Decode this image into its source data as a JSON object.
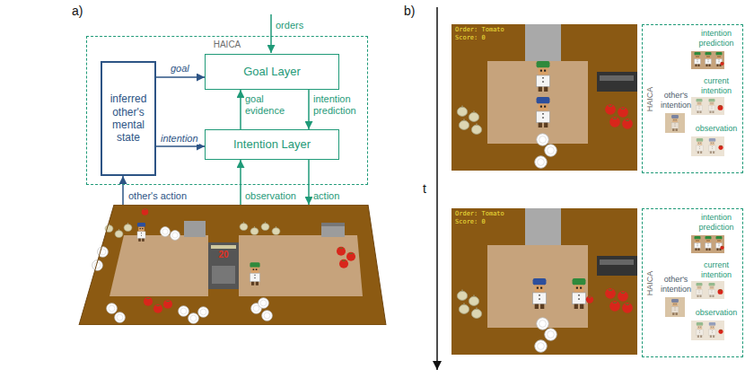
{
  "diagram": {
    "nodes": [
      {
        "text": [
          "HAICA"
        ]
      },
      {
        "text": [
          "inferred other's mental state"
        ],
        "in": 0
      },
      {
        "text": [
          "Goal Layer"
        ],
        "in": 0
      },
      {
        "text": [
          "Intention Layer"
        ],
        "in": 0
      },
      {
        "text": [
          "20"
        ]
      },
      {
        "text": [
          "Order: Tomato",
          "Score: 0"
        ]
      },
      {
        "text": [
          "HAICA",
          "intention prediction",
          "other's intention",
          "current intention",
          "observation"
        ]
      },
      {
        "text": [
          "Order: Tomato",
          "Score: 0"
        ]
      },
      {
        "text": [
          "HAICA",
          "intention prediction",
          "other's intention",
          "current intention",
          "observation"
        ]
      }
    ],
    "edges": [
      {
        "from": 1,
        "to": 2,
        "label": "goal",
        "arrow": "to"
      },
      {
        "from": 1,
        "to": 3,
        "label": "intention",
        "arrow": "to"
      },
      {
        "from": 3,
        "to": 2,
        "label": "goal evidence",
        "arrow": "to"
      },
      {
        "from": 2,
        "to": 3,
        "label": "intention prediction",
        "arrow": "to"
      },
      {
        "from": 4,
        "to": 1,
        "label": "other's action",
        "arrow": "to"
      },
      {
        "from": 4,
        "to": 3,
        "label": "observation",
        "arrow": "to"
      },
      {
        "from": 3,
        "to": 4,
        "label": "action",
        "arrow": "to"
      }
    ],
    "labels": [
      "a)",
      "orders",
      "b)",
      "t"
    ]
  }
}
